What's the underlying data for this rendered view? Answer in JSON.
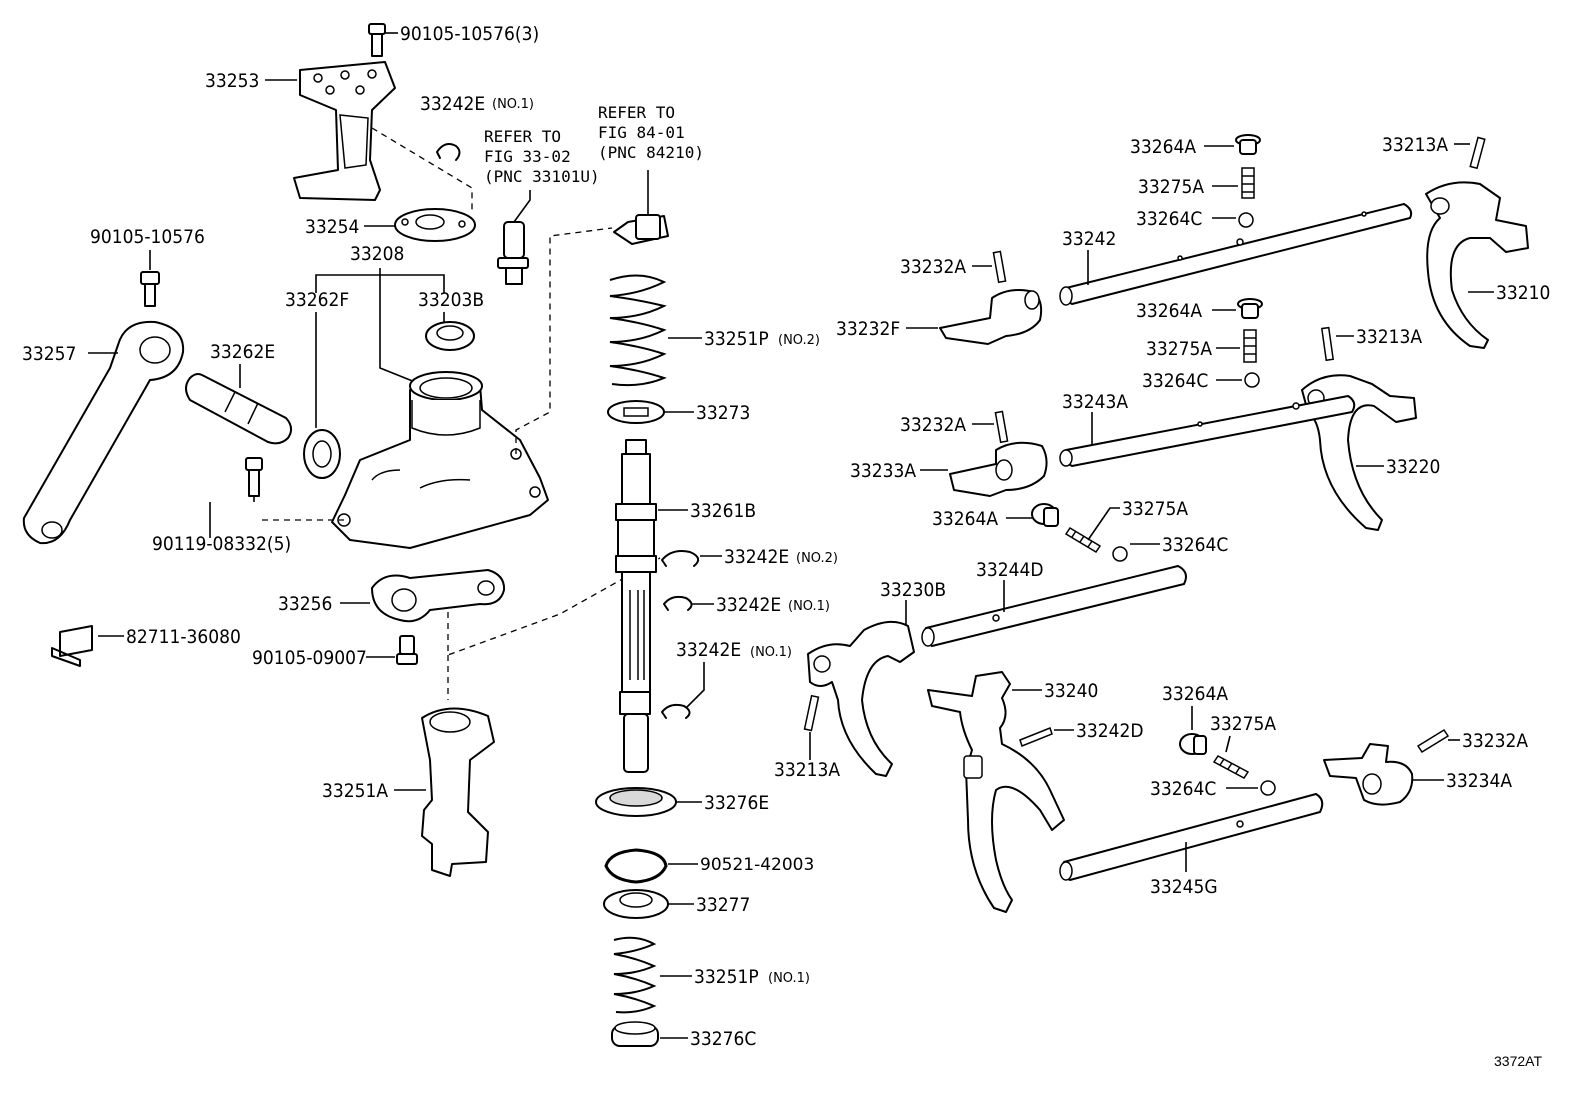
{
  "figure_id": "3372AT",
  "references": {
    "left": [
      "REFER TO",
      "FIG 33-02",
      "(PNC 33101U)"
    ],
    "right": [
      "REFER TO",
      "FIG 84-01",
      "(PNC 84210)"
    ]
  },
  "labels": {
    "p90105_10576_3": "90105-10576(3)",
    "p33253": "33253",
    "p33242E_a": "33242E",
    "p33242E_a_note": "(NO.1)",
    "p33254": "33254",
    "p33208": "33208",
    "p90105_10576": "90105-10576",
    "p33262F": "33262F",
    "p33203B": "33203B",
    "p33257": "33257",
    "p33262E": "33262E",
    "p90119_08332": "90119-08332(5)",
    "p33256": "33256",
    "p82711_36080": "82711-36080",
    "p90105_09007": "90105-09007",
    "p33251A": "33251A",
    "p33251P_a": "33251P",
    "p33251P_a_note": "(NO.2)",
    "p33273": "33273",
    "p33261B": "33261B",
    "p33242E_b": "33242E",
    "p33242E_b_note": "(NO.2)",
    "p33242E_c": "33242E",
    "p33242E_c_note": "(NO.1)",
    "p33242E_d": "33242E",
    "p33242E_d_note": "(NO.1)",
    "p33276E": "33276E",
    "p90521_42003": "90521-42003",
    "p33277": "33277",
    "p33251P_b": "33251P",
    "p33251P_b_note": "(NO.1)",
    "p33276C": "33276C",
    "p33264A_a": "33264A",
    "p33275A_a": "33275A",
    "p33264C_a": "33264C",
    "p33242": "33242",
    "p33213A_a": "33213A",
    "p33232A_a": "33232A",
    "p33232F": "33232F",
    "p33210": "33210",
    "p33264A_b": "33264A",
    "p33275A_b": "33275A",
    "p33264C_b": "33264C",
    "p33213A_b": "33213A",
    "p33232A_b": "33232A",
    "p33243A": "33243A",
    "p33233A": "33233A",
    "p33220": "33220",
    "p33264A_c": "33264A",
    "p33275A_c": "33275A",
    "p33264C_c": "33264C",
    "p33230B": "33230B",
    "p33244D": "33244D",
    "p33240": "33240",
    "p33242D": "33242D",
    "p33213A_c": "33213A",
    "p33264A_d": "33264A",
    "p33275A_d": "33275A",
    "p33264C_d": "33264C",
    "p33232A_c": "33232A",
    "p33234A": "33234A",
    "p33245G": "33245G"
  }
}
